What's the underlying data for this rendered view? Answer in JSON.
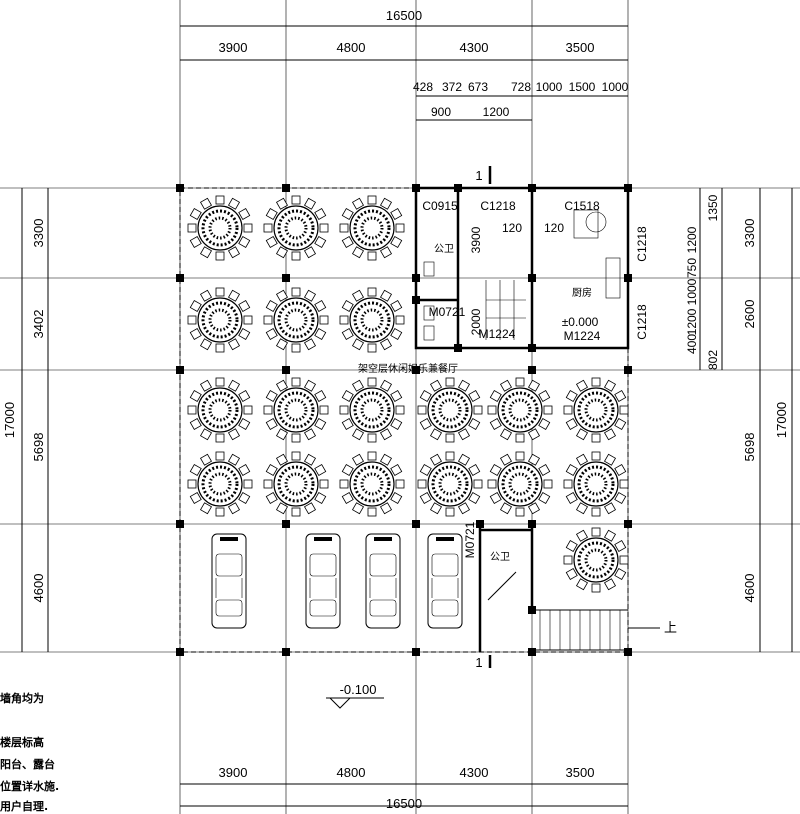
{
  "dimensions": {
    "total_width": "16500",
    "bays_x": [
      "3900",
      "4800",
      "4300",
      "3500"
    ],
    "total_depth": "17000",
    "bays_y_left": [
      "3300",
      "3402",
      "5698",
      "4600"
    ],
    "bays_y_right": [
      "3300",
      "2600",
      "5698",
      "4600"
    ],
    "detail_top_row1": [
      "428",
      "372",
      "673",
      "728",
      "1000",
      "1500",
      "1000"
    ],
    "detail_top_row2": [
      "900",
      "1200"
    ],
    "detail_right_inner": [
      "1200",
      "750",
      "1000",
      "1200",
      "400"
    ],
    "detail_right_outer": [
      "1350",
      "802"
    ],
    "core_dims": [
      "120",
      "120",
      "3900",
      "2000"
    ]
  },
  "rooms": {
    "toilet_upper": "公卫",
    "kitchen": "厨房",
    "toilet_lower": "公卫",
    "hall": "架空层休闲娱乐兼餐厅"
  },
  "openings": {
    "window_c0915": "C0915",
    "window_c1218_top": "C1218",
    "window_c1518": "C1518",
    "window_c1218_right_a": "C1218",
    "window_c1218_right_b": "C1218",
    "door_m0721_upper": "M0721",
    "door_m1224_a": "M1224",
    "door_m1224_b": "M1224",
    "door_m0721_lower": "M0721"
  },
  "levels": {
    "floor_level": "±0.000",
    "outdoor_level": "-0.100"
  },
  "markers": {
    "section_mark": "1",
    "stair_up": "上"
  },
  "notes": [
    "墙角均为",
    "楼层标高",
    "阳台、露台",
    "位置详水施.",
    "用户自理."
  ]
}
